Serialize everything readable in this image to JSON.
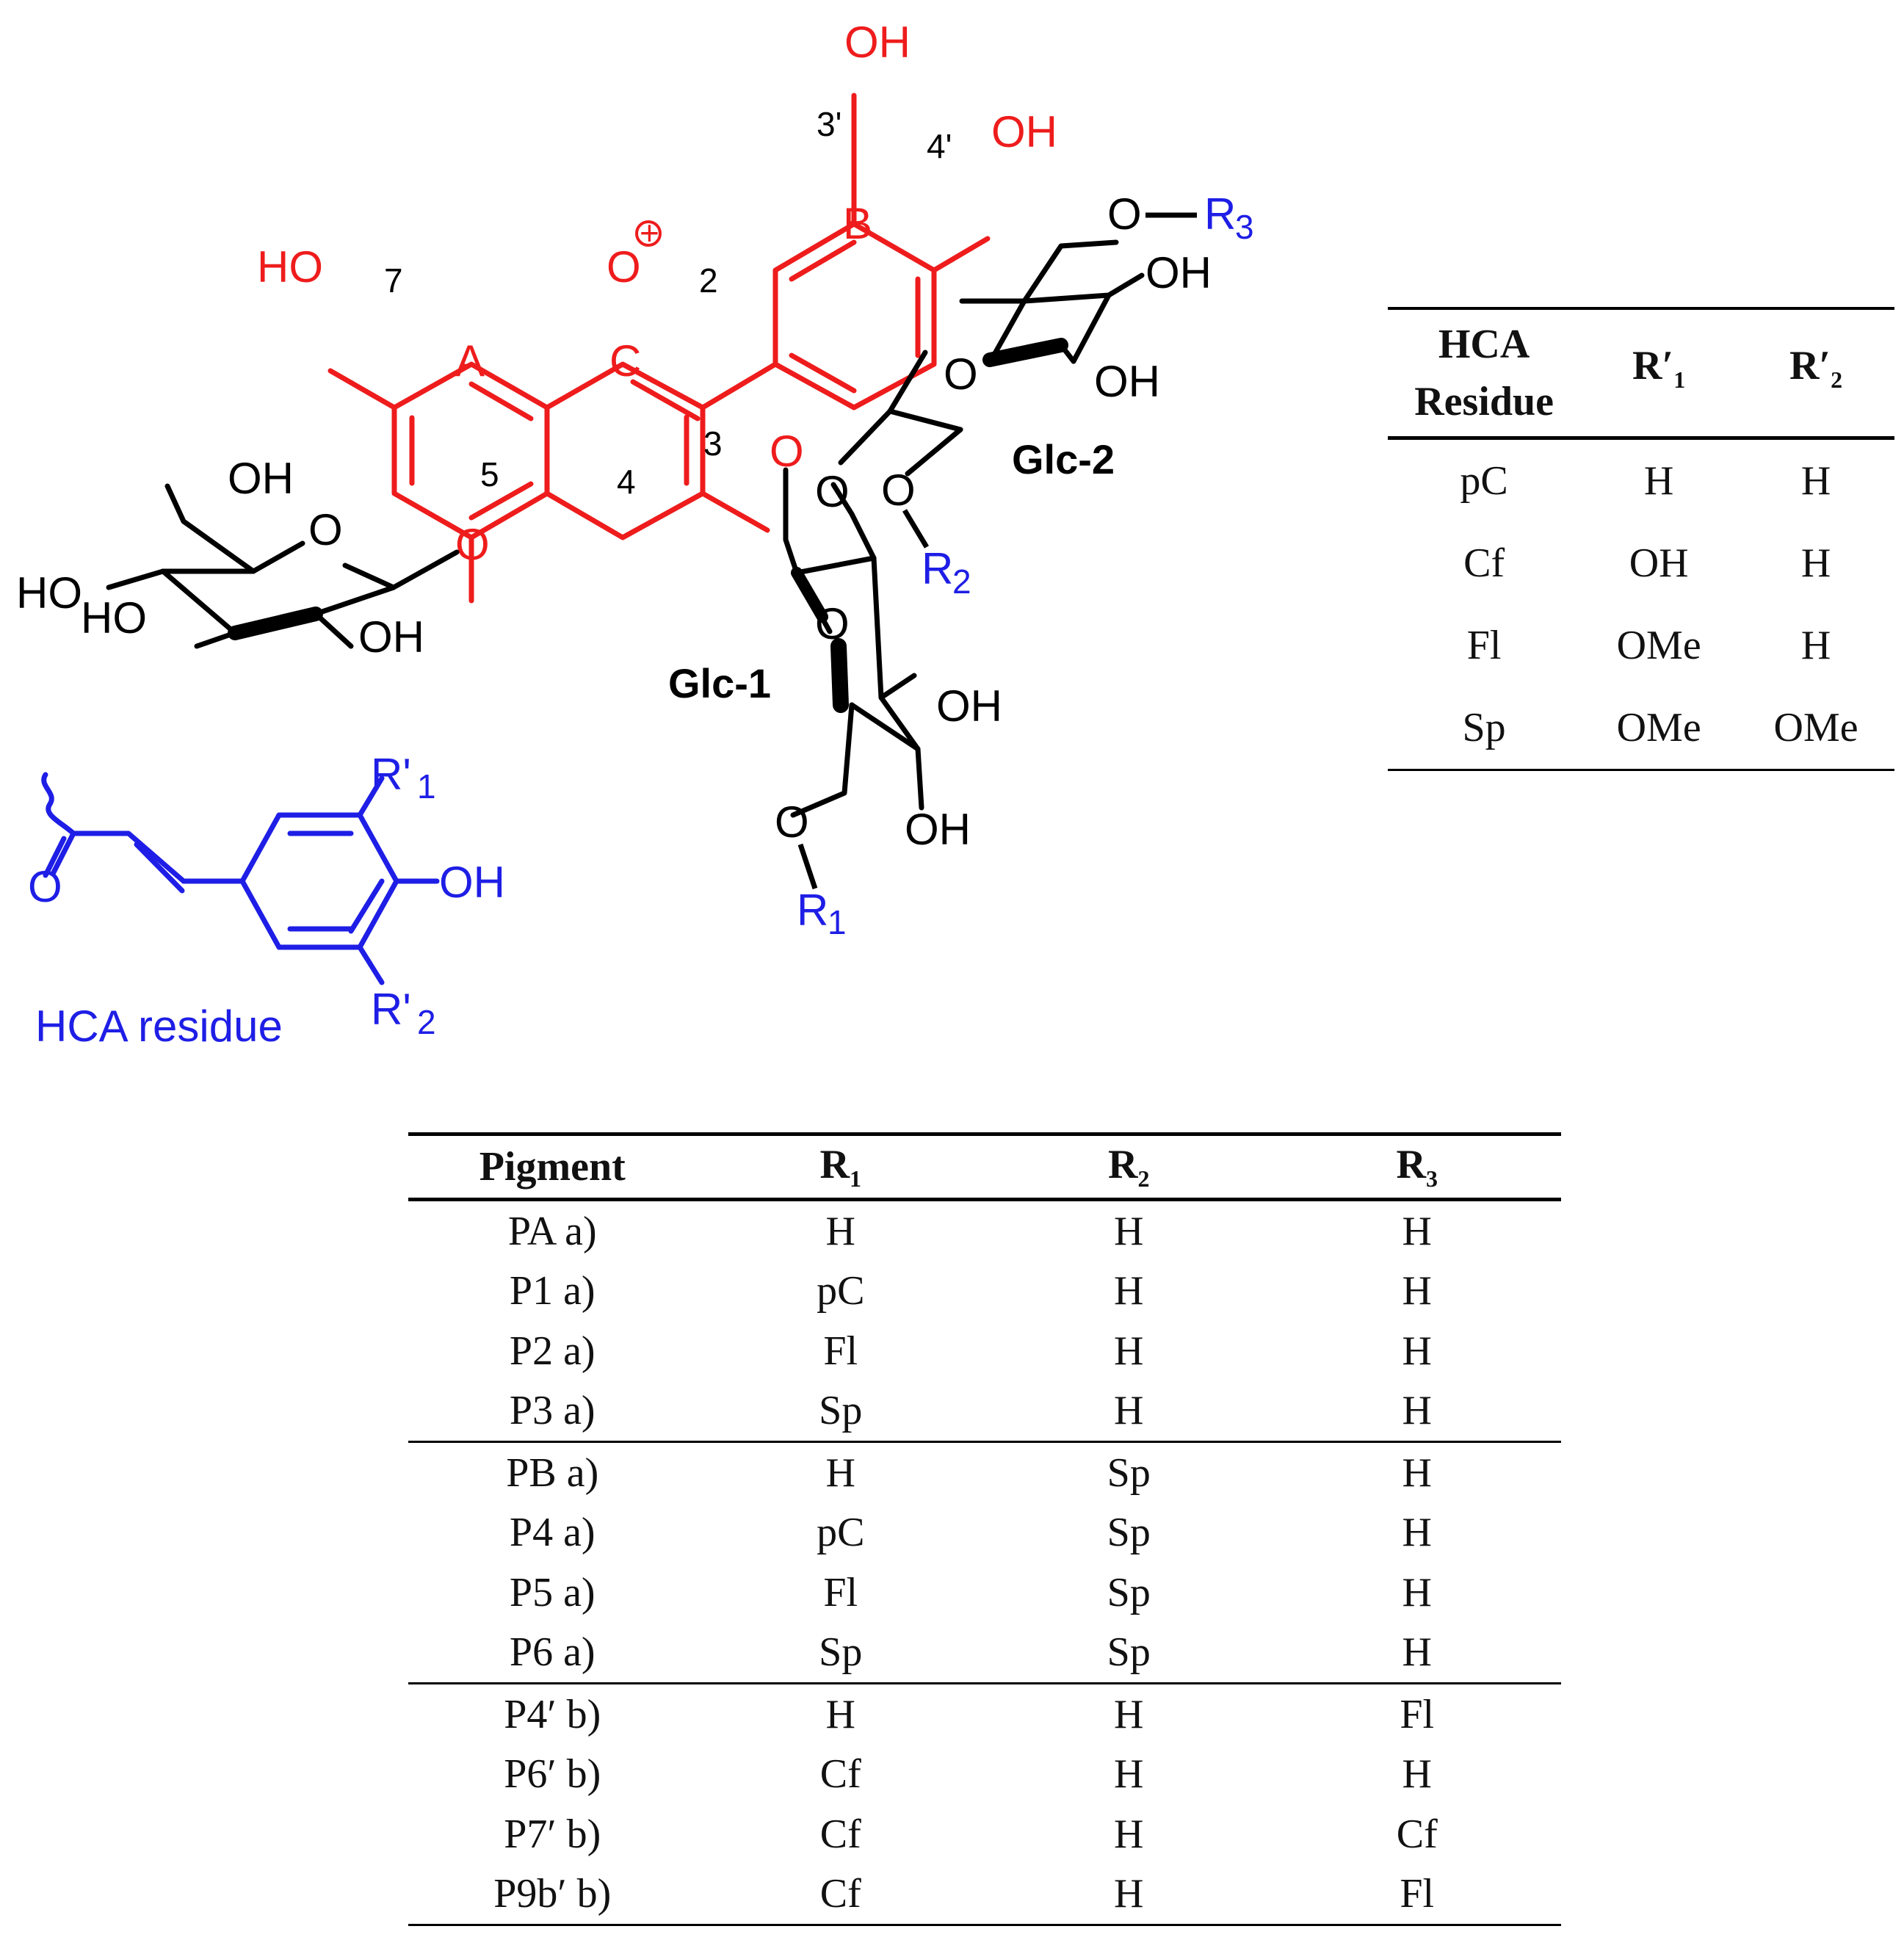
{
  "structure": {
    "core_labels": {
      "oh_top": "OH",
      "oh_4p": "OH",
      "pos_3p": "3'",
      "pos_4p": "4'",
      "ring_b": "B",
      "ring_a": "A",
      "ring_c": "C",
      "ho_7": "HO",
      "pos_7": "7",
      "o_plus": "O",
      "plus": "+",
      "pos_2": "2",
      "pos_3": "3",
      "pos_4": "4",
      "pos_5": "5",
      "o_3": "O",
      "o_5": "O"
    },
    "glc5_labels": {
      "oh_ch2": "OH",
      "o_ring": "O",
      "ho_4": "HO",
      "ho_3": "HO",
      "oh_2": "OH"
    },
    "glc1_labels": {
      "name": "Glc-1",
      "o_ring": "O",
      "o_2": "O",
      "oh_3": "OH",
      "oh_4": "OH",
      "o_6": "O",
      "r": "R",
      "r_sub": "1"
    },
    "glc2_labels": {
      "name": "Glc-2",
      "o_ring": "O",
      "oh_3": "OH",
      "oh_4": "OH",
      "o_6": "O",
      "r3": "R",
      "r3_sub": "3",
      "o_2": "O",
      "r2": "R",
      "r2_sub": "2"
    },
    "hca_labels": {
      "r1p": "R'",
      "r1p_sub": "1",
      "oh": "OH",
      "o": "O",
      "r2p": "R'",
      "r2p_sub": "2",
      "caption": "HCA residue"
    }
  },
  "hca_table": {
    "headers": {
      "col1": "HCA Residue",
      "col2_main": "R′",
      "col2_sub": "1",
      "col3_main": "R′",
      "col3_sub": "2"
    },
    "rows": [
      {
        "residue": "pC",
        "r1": "H",
        "r2": "H"
      },
      {
        "residue": "Cf",
        "r1": "OH",
        "r2": "H"
      },
      {
        "residue": "Fl",
        "r1": "OMe",
        "r2": "H"
      },
      {
        "residue": "Sp",
        "r1": "OMe",
        "r2": "OMe"
      }
    ]
  },
  "pigment_table": {
    "headers": {
      "pigment": "Pigment",
      "r1_main": "R",
      "r1_sub": "1",
      "r2_main": "R",
      "r2_sub": "2",
      "r3_main": "R",
      "r3_sub": "3"
    },
    "rows": [
      {
        "pigment": "PA a)",
        "r1": "H",
        "r2": "H",
        "r3": "H"
      },
      {
        "pigment": "P1 a)",
        "r1": "pC",
        "r2": "H",
        "r3": "H"
      },
      {
        "pigment": "P2 a)",
        "r1": "Fl",
        "r2": "H",
        "r3": "H"
      },
      {
        "pigment": "P3 a)",
        "r1": "Sp",
        "r2": "H",
        "r3": "H"
      },
      {
        "pigment": "PB a)",
        "r1": "H",
        "r2": "Sp",
        "r3": "H"
      },
      {
        "pigment": "P4 a)",
        "r1": "pC",
        "r2": "Sp",
        "r3": "H"
      },
      {
        "pigment": "P5 a)",
        "r1": "Fl",
        "r2": "Sp",
        "r3": "H"
      },
      {
        "pigment": "P6 a)",
        "r1": "Sp",
        "r2": "Sp",
        "r3": "H"
      },
      {
        "pigment": "P4′ b)",
        "r1": "H",
        "r2": "H",
        "r3": "Fl"
      },
      {
        "pigment": "P6′ b)",
        "r1": "Cf",
        "r2": "H",
        "r3": "H"
      },
      {
        "pigment": "P7′ b)",
        "r1": "Cf",
        "r2": "H",
        "r3": "Cf"
      },
      {
        "pigment": "P9b′ b)",
        "r1": "Cf",
        "r2": "H",
        "r3": "Fl"
      }
    ]
  },
  "colors": {
    "core": "#ee1c1c",
    "substituent": "#1e1ee6",
    "sugar": "#000000"
  }
}
